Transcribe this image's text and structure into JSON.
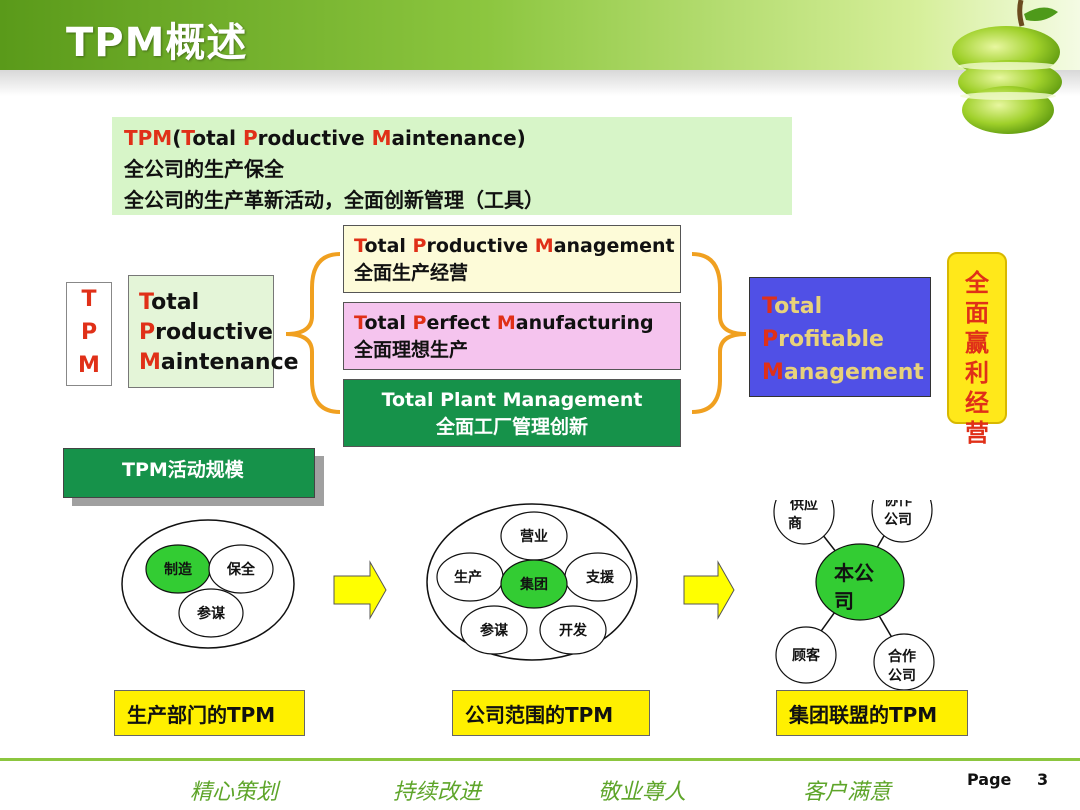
{
  "title": "TPM概述",
  "intro": {
    "line1": {
      "a": "TPM",
      "b": "(",
      "c": "T",
      "d": "otal ",
      "e": "P",
      "f": "roductive ",
      "g": "M",
      "h": "aintenance)"
    },
    "line2": "全公司的生产保全",
    "line3": "全公司的生产革新活动，全面创新管理（工具）"
  },
  "tpm_letters": [
    "T",
    "P",
    "M"
  ],
  "tpm_box": [
    {
      "init": "T",
      "rest": "otal"
    },
    {
      "init": "P",
      "rest": "roductive"
    },
    {
      "init": "M",
      "rest": "aintenance"
    }
  ],
  "middle": {
    "m1": {
      "t": "T",
      "w1": "otal ",
      "p": "P",
      "w2": "roductive ",
      "m": "M",
      "w3": "anagement",
      "cn": "全面生产经营"
    },
    "m2": {
      "t": "T",
      "w1": "otal ",
      "p": "P",
      "w2": "erfect ",
      "m": "M",
      "w3": "anufacturing",
      "cn": "全面理想生产"
    },
    "m3": {
      "en": "Total Plant Management",
      "cn": "全面工厂管理创新"
    }
  },
  "right_box": [
    {
      "init": "T",
      "rest": "otal"
    },
    {
      "init": "P",
      "rest": "rofitable"
    },
    {
      "init": "M",
      "rest": "anagement"
    }
  ],
  "win_label": [
    "全",
    "面",
    "赢",
    "利",
    "经",
    "营"
  ],
  "scale_label": "TPM活动规模",
  "diagram1": {
    "center": "制造",
    "right": "保全",
    "bottom": "参谋"
  },
  "diagram2": {
    "top": "营业",
    "left": "生产",
    "center": "集团",
    "right": "支援",
    "bottom_left": "参谋",
    "bottom_right": "开发"
  },
  "diagram3": {
    "center": [
      "本公",
      "司"
    ],
    "tl": [
      "供应",
      "商"
    ],
    "tr": [
      "协作",
      "公司"
    ],
    "bl": [
      "顾客"
    ],
    "br": [
      "合作",
      "公司"
    ]
  },
  "labels": [
    "生产部门的TPM",
    "公司范围的TPM",
    "集团联盟的TPM"
  ],
  "slogans": [
    "精心策划",
    "持续改进",
    "敬业尊人",
    "客户满意"
  ],
  "page_label": "Page",
  "page_number": "3",
  "colors": {
    "accent_green": "#8cc63f",
    "dark_green": "#16924a",
    "red": "#e03018",
    "yellow": "#fff000",
    "blue": "#5050e6"
  }
}
